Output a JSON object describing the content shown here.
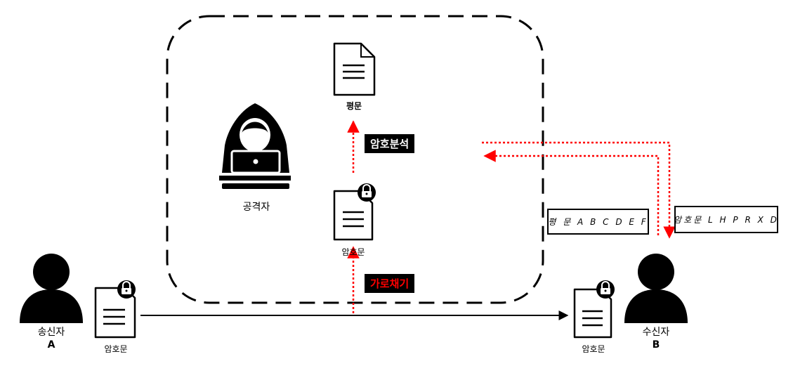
{
  "attacker": {
    "label": "공격자"
  },
  "sender": {
    "name": "송신자",
    "id": "A"
  },
  "receiver": {
    "name": "수신자",
    "id": "B"
  },
  "documents": {
    "plaintext_label": "평문",
    "cipher_inside_label": "암호문",
    "cipher_sender_label": "암호문",
    "cipher_receiver_label": "암호문"
  },
  "actions": {
    "cryptanalysis": "암호분석",
    "interception": "가로채기"
  },
  "info_boxes": {
    "plain": "평  문 A B C D E F",
    "cipher": "암호문 L H P R X D"
  },
  "colors": {
    "accent": "#ff0000",
    "ink": "#000000",
    "cryptanalysis_text": "#ffffff",
    "interception_text": "#ff0000"
  }
}
